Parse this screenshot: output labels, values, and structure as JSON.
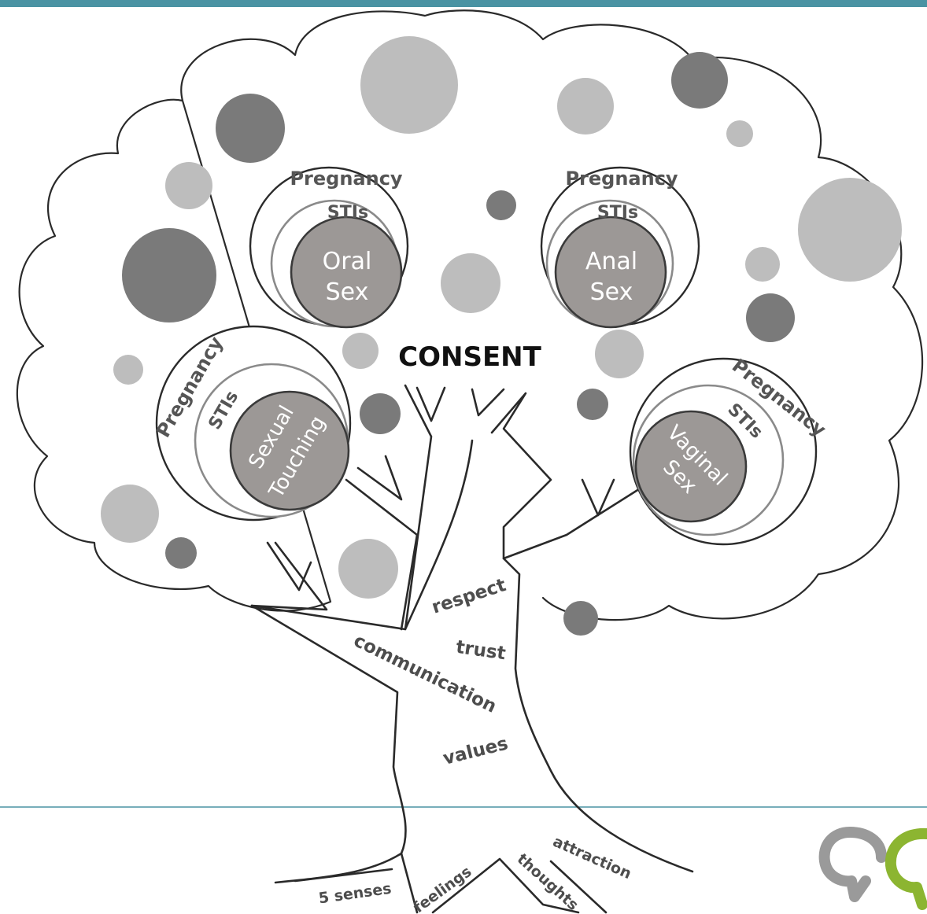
{
  "diagram": {
    "center_label": "CONSENT",
    "clusters": [
      {
        "id": "oral",
        "outer": "Pregnancy",
        "middle": "STIs",
        "core_lines": [
          "Oral",
          "Sex"
        ]
      },
      {
        "id": "anal",
        "outer": "Pregnancy",
        "middle": "STIs",
        "core_lines": [
          "Anal",
          "Sex"
        ]
      },
      {
        "id": "touching",
        "outer": "Pregnancy",
        "middle": "STIs",
        "core_lines": [
          "Sexual",
          "Touching"
        ]
      },
      {
        "id": "vaginal",
        "outer": "Pregnancy",
        "middle": "STIs",
        "core_lines": [
          "Vaginal",
          "Sex"
        ]
      }
    ],
    "trunk_words": [
      "respect",
      "trust",
      "communication",
      "values"
    ],
    "root_words": [
      "5 senses",
      "feelings",
      "thoughts",
      "attraction"
    ]
  },
  "colors": {
    "header": "#4a93a3",
    "light_dot": "#bdbdbd",
    "dark_dot": "#7a7a7a",
    "core_fill": "#9c9896",
    "logo_green": "#8cb531",
    "logo_grey": "#9a9a9a"
  }
}
